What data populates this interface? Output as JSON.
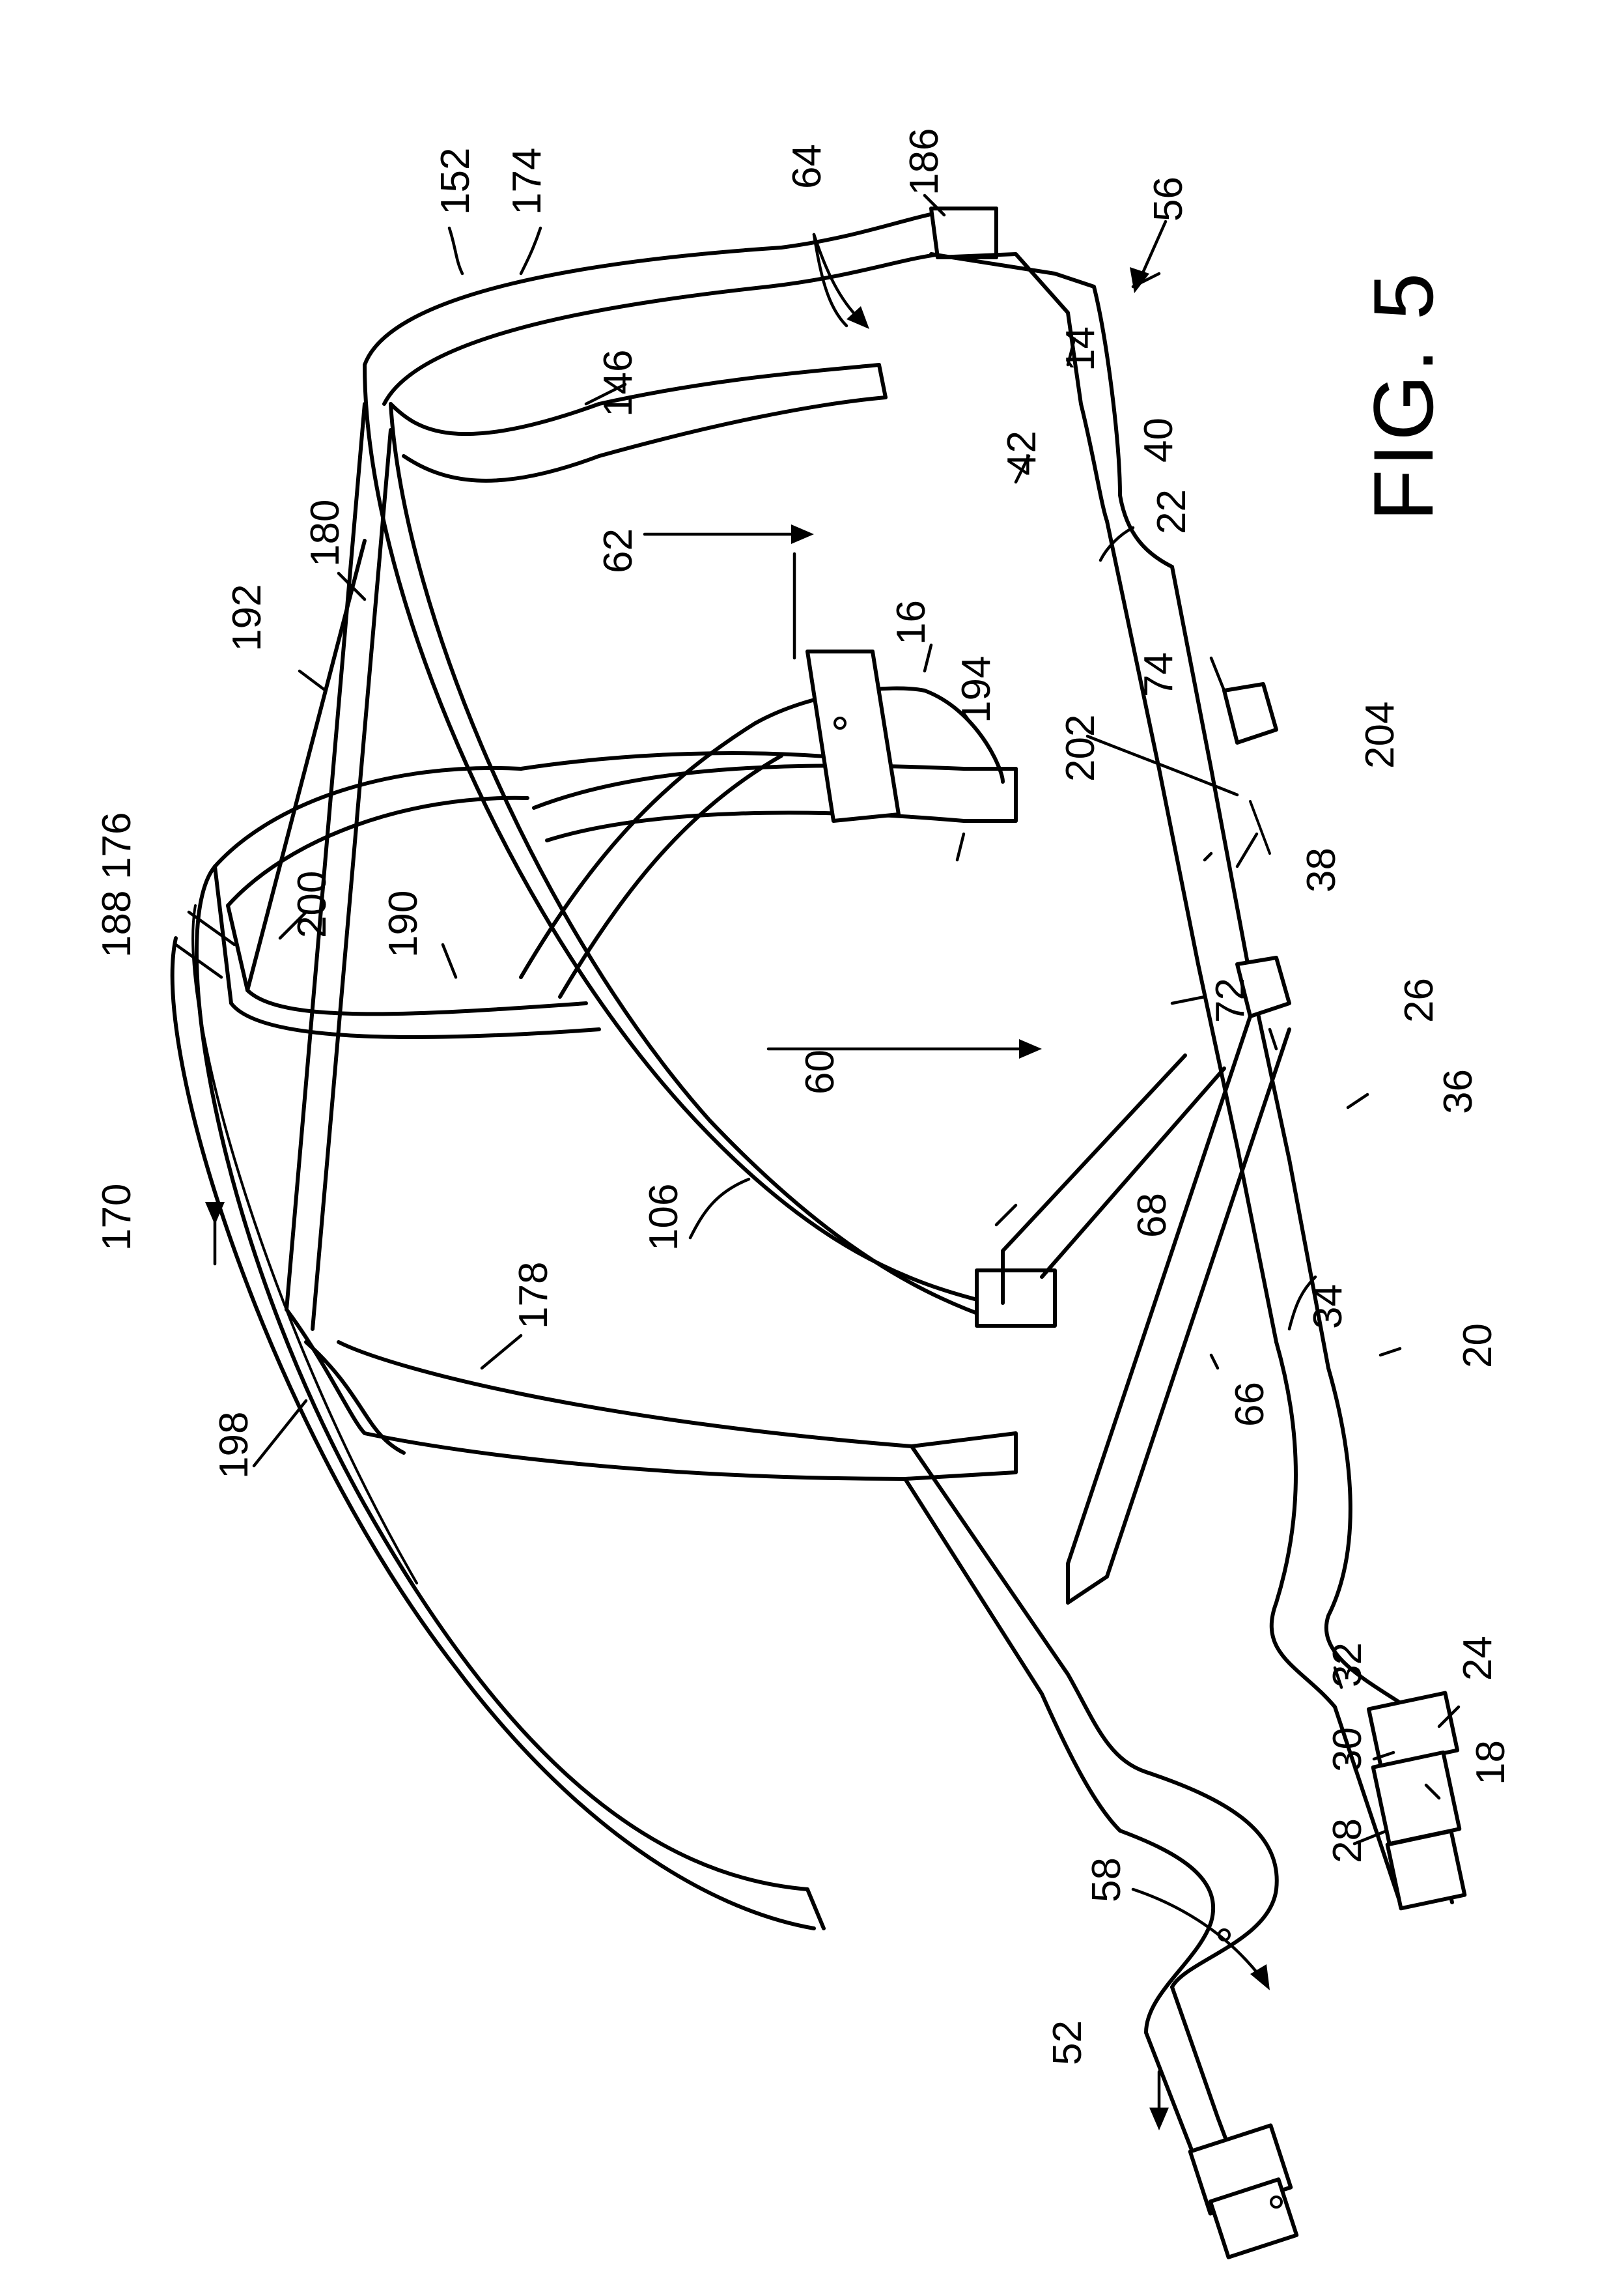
{
  "figure": {
    "title": "FIG. 5"
  },
  "labels": [
    {
      "id": "l152",
      "text": "152"
    },
    {
      "id": "l174",
      "text": "174"
    },
    {
      "id": "l64",
      "text": "64"
    },
    {
      "id": "l186",
      "text": "186"
    },
    {
      "id": "l56",
      "text": "56"
    },
    {
      "id": "l146",
      "text": "146"
    },
    {
      "id": "l14",
      "text": "14"
    },
    {
      "id": "l42",
      "text": "42"
    },
    {
      "id": "l40",
      "text": "40"
    },
    {
      "id": "l22",
      "text": "22"
    },
    {
      "id": "l62",
      "text": "62"
    },
    {
      "id": "l180",
      "text": "180"
    },
    {
      "id": "l192",
      "text": "192"
    },
    {
      "id": "l16",
      "text": "16"
    },
    {
      "id": "l194",
      "text": "194"
    },
    {
      "id": "l74",
      "text": "74"
    },
    {
      "id": "l202",
      "text": "202"
    },
    {
      "id": "l204",
      "text": "204"
    },
    {
      "id": "l176",
      "text": "176"
    },
    {
      "id": "l188",
      "text": "188"
    },
    {
      "id": "l200",
      "text": "200"
    },
    {
      "id": "l190",
      "text": "190"
    },
    {
      "id": "l38",
      "text": "38"
    },
    {
      "id": "l72",
      "text": "72"
    },
    {
      "id": "l26",
      "text": "26"
    },
    {
      "id": "l60",
      "text": "60"
    },
    {
      "id": "l36",
      "text": "36"
    },
    {
      "id": "l170",
      "text": "170"
    },
    {
      "id": "l106",
      "text": "106"
    },
    {
      "id": "l68",
      "text": "68"
    },
    {
      "id": "l178",
      "text": "178"
    },
    {
      "id": "l34",
      "text": "34"
    },
    {
      "id": "l20",
      "text": "20"
    },
    {
      "id": "l66",
      "text": "66"
    },
    {
      "id": "l198",
      "text": "198"
    },
    {
      "id": "l32",
      "text": "32"
    },
    {
      "id": "l24",
      "text": "24"
    },
    {
      "id": "l30",
      "text": "30"
    },
    {
      "id": "l18",
      "text": "18"
    },
    {
      "id": "l28",
      "text": "28"
    },
    {
      "id": "l58",
      "text": "58"
    },
    {
      "id": "l52",
      "text": "52"
    }
  ]
}
